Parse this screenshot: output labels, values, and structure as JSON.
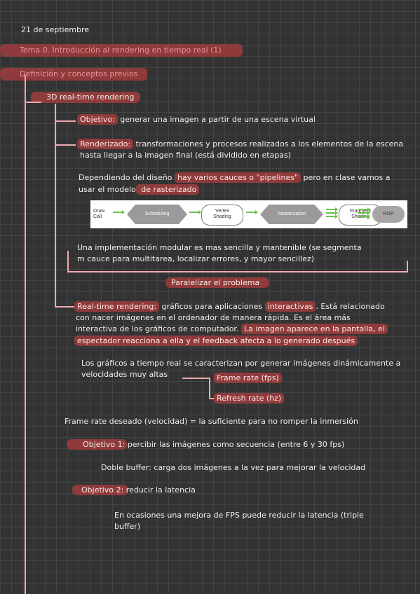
{
  "date": "21 de septiembre",
  "topic_title": "Tema 0. Introducción al rendering en tiempo real (1)",
  "section_title": "Definición y conceptos previos",
  "subsection": "3D real-time rendering",
  "objetivo": {
    "label": "Objetivo:",
    "text": " generar una imagen a partir de una escena virtual"
  },
  "renderizado": {
    "label": "Renderizado:",
    "line1": " transformaciones y procesos realizados a los elementos de la escena",
    "line2": "hasta llegar a la imagen final (está dividido en etapas)"
  },
  "pipelines": {
    "pre": "Dependiendo del diseño ",
    "hl": "hay varios cauces o \"pipelines\"",
    "post": " pero en clase vamos a",
    "line2_pre": "usar el modelo",
    "line2_hl": " de rasterizado"
  },
  "pipeline_diagram": {
    "draw_call": "Draw\nCall",
    "scheduling": "Scheduling",
    "vertex": "Vertex\nShading",
    "rasterization": "Rasterization",
    "fragment": "Fragment\nShading",
    "rop": "ROP"
  },
  "modular": {
    "line1": "Una implementación modular es mas sencilla y mantenible (se segmenta",
    "line2": "m cauce para multitarea, localizar errores, y mayor sencillez)"
  },
  "paralelizar": "Paralelizar el problema",
  "realtime": {
    "label": "Real-time rendering:",
    "line1_a": " gráficos para aplicaciones ",
    "line1_hl": "interactivas",
    "line1_b": ". Está relacionado",
    "line2": "con nacer imágenes en el ordenador de manera rápida. Es el área más",
    "line3_a": "interactiva de los gráficos de computador. ",
    "line3_hl": "La imagen aparece en la pantalla, el",
    "line4_hl": "espectador reacciona a ella y el feedback afecta a lo generado después"
  },
  "graficos": {
    "line1": "Los gráficos a tiempo real se caracterizan por generar imágenes dinámicamente a",
    "line2": "velocidades muy altas"
  },
  "frame_rate": "Frame rate (fps)",
  "refresh_rate": "Refresh rate (hz)",
  "frame_deseado": "Frame rate deseado (velocidad) = la suficiente para no romper la inmersión",
  "objetivo1": {
    "label": "Objetivo 1:",
    "text": " percibir las imágenes como secuencia (entre 6 y 30 fps)"
  },
  "doble_buffer": "Doble buffer: carga dos imágenes a la vez para mejorar la velocidad",
  "objetivo2": {
    "label": "Objetivo 2:",
    "text": " reducir la latencia"
  },
  "fps_latencia": {
    "line1": "En ocasiones una mejora de FPS puede reducir la latencia (triple",
    "line2": "buffer)"
  }
}
